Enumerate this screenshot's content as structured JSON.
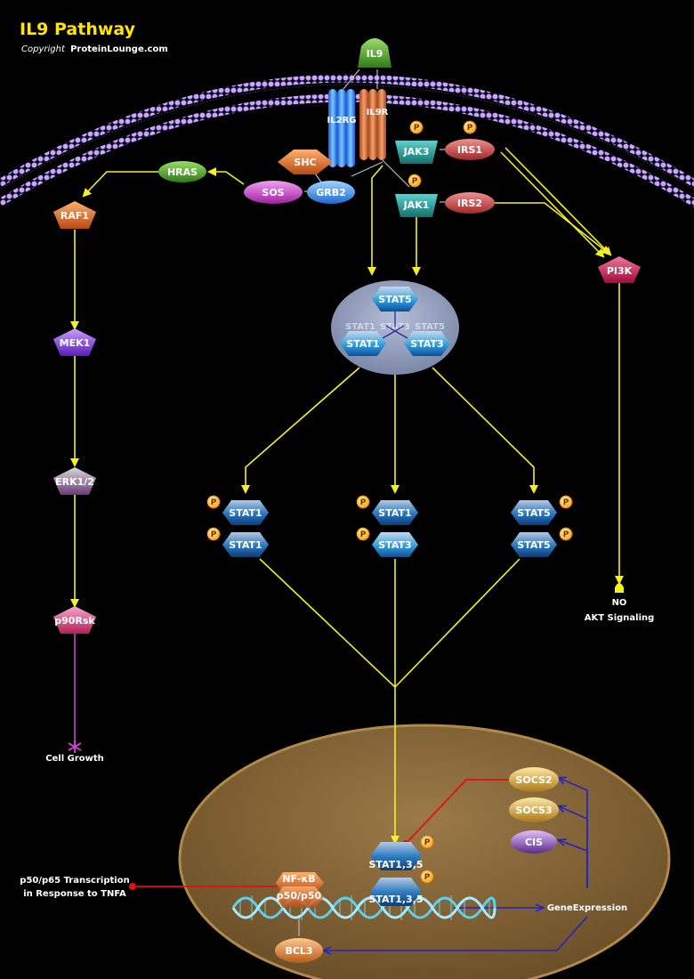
{
  "header": {
    "title": "IL9 Pathway",
    "copyright_prefix": "Copyright",
    "copyright_site": "ProteinLounge.com"
  },
  "nodes": {
    "il9": "IL9",
    "il2rg": "IL2RG",
    "il9r": "IL9R",
    "jak3": "JAK3",
    "irs1": "IRS1",
    "jak1": "JAK1",
    "irs2": "IRS2",
    "shc": "SHC",
    "sos": "SOS",
    "grb2": "GRB2",
    "hras": "HRAS",
    "raf1": "RAF1",
    "mek1": "MEK1",
    "erk": "ERK1/2",
    "p90rsk": "p90Rsk",
    "pi3k": "PI3K",
    "stat5": "STAT5",
    "stat1": "STAT1",
    "stat3": "STAT3",
    "stat135": "STAT1,3,5",
    "socs2": "SOCS2",
    "socs3": "SOCS3",
    "cis": "CIS",
    "nfkb": "NF-κB",
    "p50p50": "p50/p50",
    "bcl3": "BCL3",
    "phospho": "P"
  },
  "labels": {
    "no": "NO",
    "akt": "AKT Signaling",
    "cell_growth": "Cell Growth",
    "gene_expression": "GeneExpression",
    "p50p65_line1": "p50/p65 Transcription",
    "p50p65_line2": "in Response to TNFA"
  },
  "colors": {
    "activation": "#f4f020",
    "expression": "#2222c8",
    "inhibition": "#e01010",
    "growth": "#d040d0",
    "membrane": "#b98ee8",
    "nucleus": "#8a6a3a",
    "complex": "#8e9bb8",
    "title": "#ffe600"
  }
}
